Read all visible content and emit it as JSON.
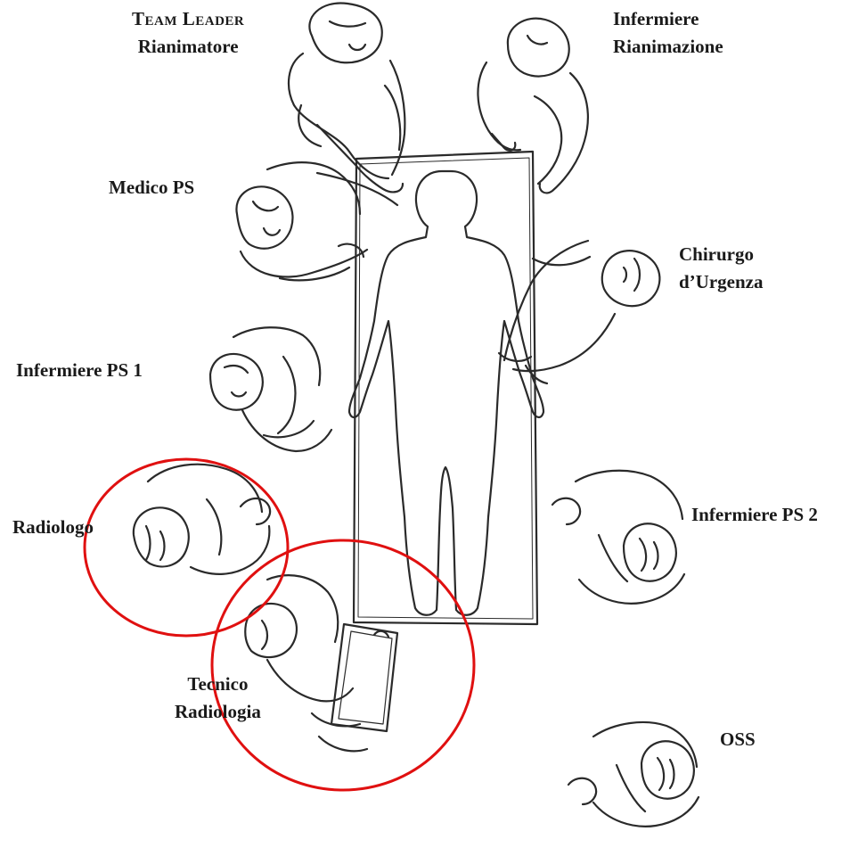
{
  "labels": {
    "team_leader": {
      "line1": "Team Leader",
      "line2": "Rianimatore"
    },
    "infermiere_rianimazione": {
      "line1": "Infermiere",
      "line2": "Rianimazione"
    },
    "medico_ps": "Medico PS",
    "chirurgo": {
      "line1": "Chirurgo",
      "line2": "d’Urgenza"
    },
    "infermiere_ps1": "Infermiere PS 1",
    "radiologo": "Radiologo",
    "infermiere_ps2": "Infermiere PS 2",
    "tecnico": {
      "line1": "Tecnico",
      "line2": "Radiologia"
    },
    "oss": "OSS"
  },
  "colors": {
    "line": "#2a2a2a",
    "highlight": "#e01010",
    "background": "#ffffff"
  },
  "highlighted_roles": [
    "Radiologo",
    "Tecnico Radiologia"
  ]
}
